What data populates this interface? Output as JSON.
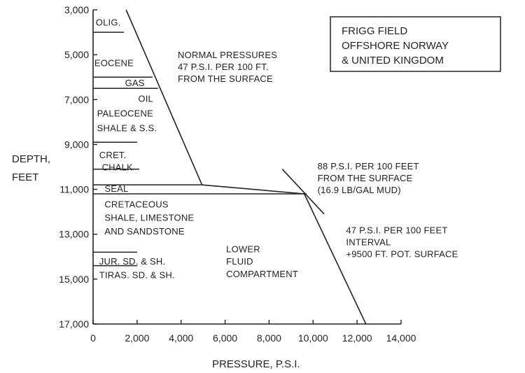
{
  "chart_data": {
    "type": "line",
    "title": "",
    "title_box": [
      "FRIGG FIELD",
      "OFFSHORE NORWAY",
      "& UNITED KINGDOM"
    ],
    "xlabel": "PRESSURE, P.S.I.",
    "ylabel": [
      "DEPTH,",
      "FEET"
    ],
    "xlim": [
      0,
      14000
    ],
    "ylim": [
      3000,
      17000
    ],
    "y_inverted": true,
    "grid": false,
    "x_ticks": [
      0,
      2000,
      4000,
      6000,
      8000,
      10000,
      12000,
      14000
    ],
    "x_tick_labels": [
      "0",
      "2,000",
      "4,000",
      "6,000",
      "8,000",
      "10,000",
      "12,000",
      "14,000"
    ],
    "y_ticks": [
      3000,
      5000,
      7000,
      9000,
      11000,
      13000,
      15000,
      17000
    ],
    "y_tick_labels": [
      "3,000",
      "5,000",
      "7,000",
      "9,000",
      "11,000",
      "13,000",
      "15,000",
      "17,000"
    ],
    "series": [
      {
        "x": [
          1500,
          4950
        ],
        "y": [
          3000,
          10800
        ]
      },
      {
        "x": [
          4950,
          9600
        ],
        "y": [
          10800,
          11200
        ]
      },
      {
        "x": [
          9600,
          12400
        ],
        "y": [
          11200,
          17000
        ]
      },
      {
        "x": [
          8600,
          10500
        ],
        "y": [
          10100,
          12100
        ]
      }
    ],
    "boundaries": [
      {
        "depth": 4000,
        "x_end": 1400
      },
      {
        "depth": 6000,
        "x_end": 2700
      },
      {
        "depth": 6500,
        "x_end": 2950
      },
      {
        "depth": 8900,
        "x_end": 2000
      },
      {
        "depth": 10100,
        "x_end": 2100
      },
      {
        "depth": 10800,
        "x_end": 5000
      },
      {
        "depth": 11200,
        "x_end": 9700
      },
      {
        "depth": 13800,
        "x_end": 2000
      },
      {
        "depth": 14400,
        "x_end": 2000
      }
    ],
    "zone_labels": [
      {
        "text": "OLIG.",
        "x": 120,
        "depth": 3550
      },
      {
        "text": "EOCENE",
        "x": 60,
        "depth": 5350
      },
      {
        "text": "GAS",
        "x": 1450,
        "depth": 6250
      },
      {
        "text": "OIL",
        "x": 2050,
        "depth": 6950
      },
      {
        "text": "PALEOCENE",
        "x": 180,
        "depth": 7600
      },
      {
        "text": "SHALE & S.S.",
        "x": 180,
        "depth": 8250
      },
      {
        "text": "CRET.",
        "x": 280,
        "depth": 9450
      },
      {
        "text": "CHALK",
        "x": 400,
        "depth": 10000
      },
      {
        "text": "SEAL",
        "x": 520,
        "depth": 10950
      },
      {
        "text": "CRETACEOUS",
        "x": 520,
        "depth": 11650
      },
      {
        "text": "SHALE, LIMESTONE",
        "x": 520,
        "depth": 12250
      },
      {
        "text": "AND SANDSTONE",
        "x": 520,
        "depth": 12850
      },
      {
        "text": "JUR. SD. & SH.",
        "x": 280,
        "depth": 14200
      },
      {
        "text": "TIRAS. SD. & SH.",
        "x": 280,
        "depth": 14800
      },
      {
        "text": "LOWER",
        "x": 6050,
        "depth": 13650
      },
      {
        "text": "FLUID",
        "x": 6050,
        "depth": 14200
      },
      {
        "text": "COMPARTMENT",
        "x": 6050,
        "depth": 14750
      }
    ],
    "annotations": [
      {
        "lines": [
          "NORMAL PRESSURES",
          "47 P.S.I. PER 100 FT.",
          "FROM THE SURFACE"
        ],
        "x": 3850,
        "depth": 5000
      },
      {
        "lines": [
          "88 P.S.I. PER 100 FEET",
          "FROM THE SURFACE",
          "(16.9 LB/GAL MUD)"
        ],
        "x": 10200,
        "depth": 9950
      },
      {
        "lines": [
          "47 P.S.I. PER 100 FEET",
          "INTERVAL",
          "+9500 FT. POT. SURFACE"
        ],
        "x": 11500,
        "depth": 12800
      }
    ]
  }
}
